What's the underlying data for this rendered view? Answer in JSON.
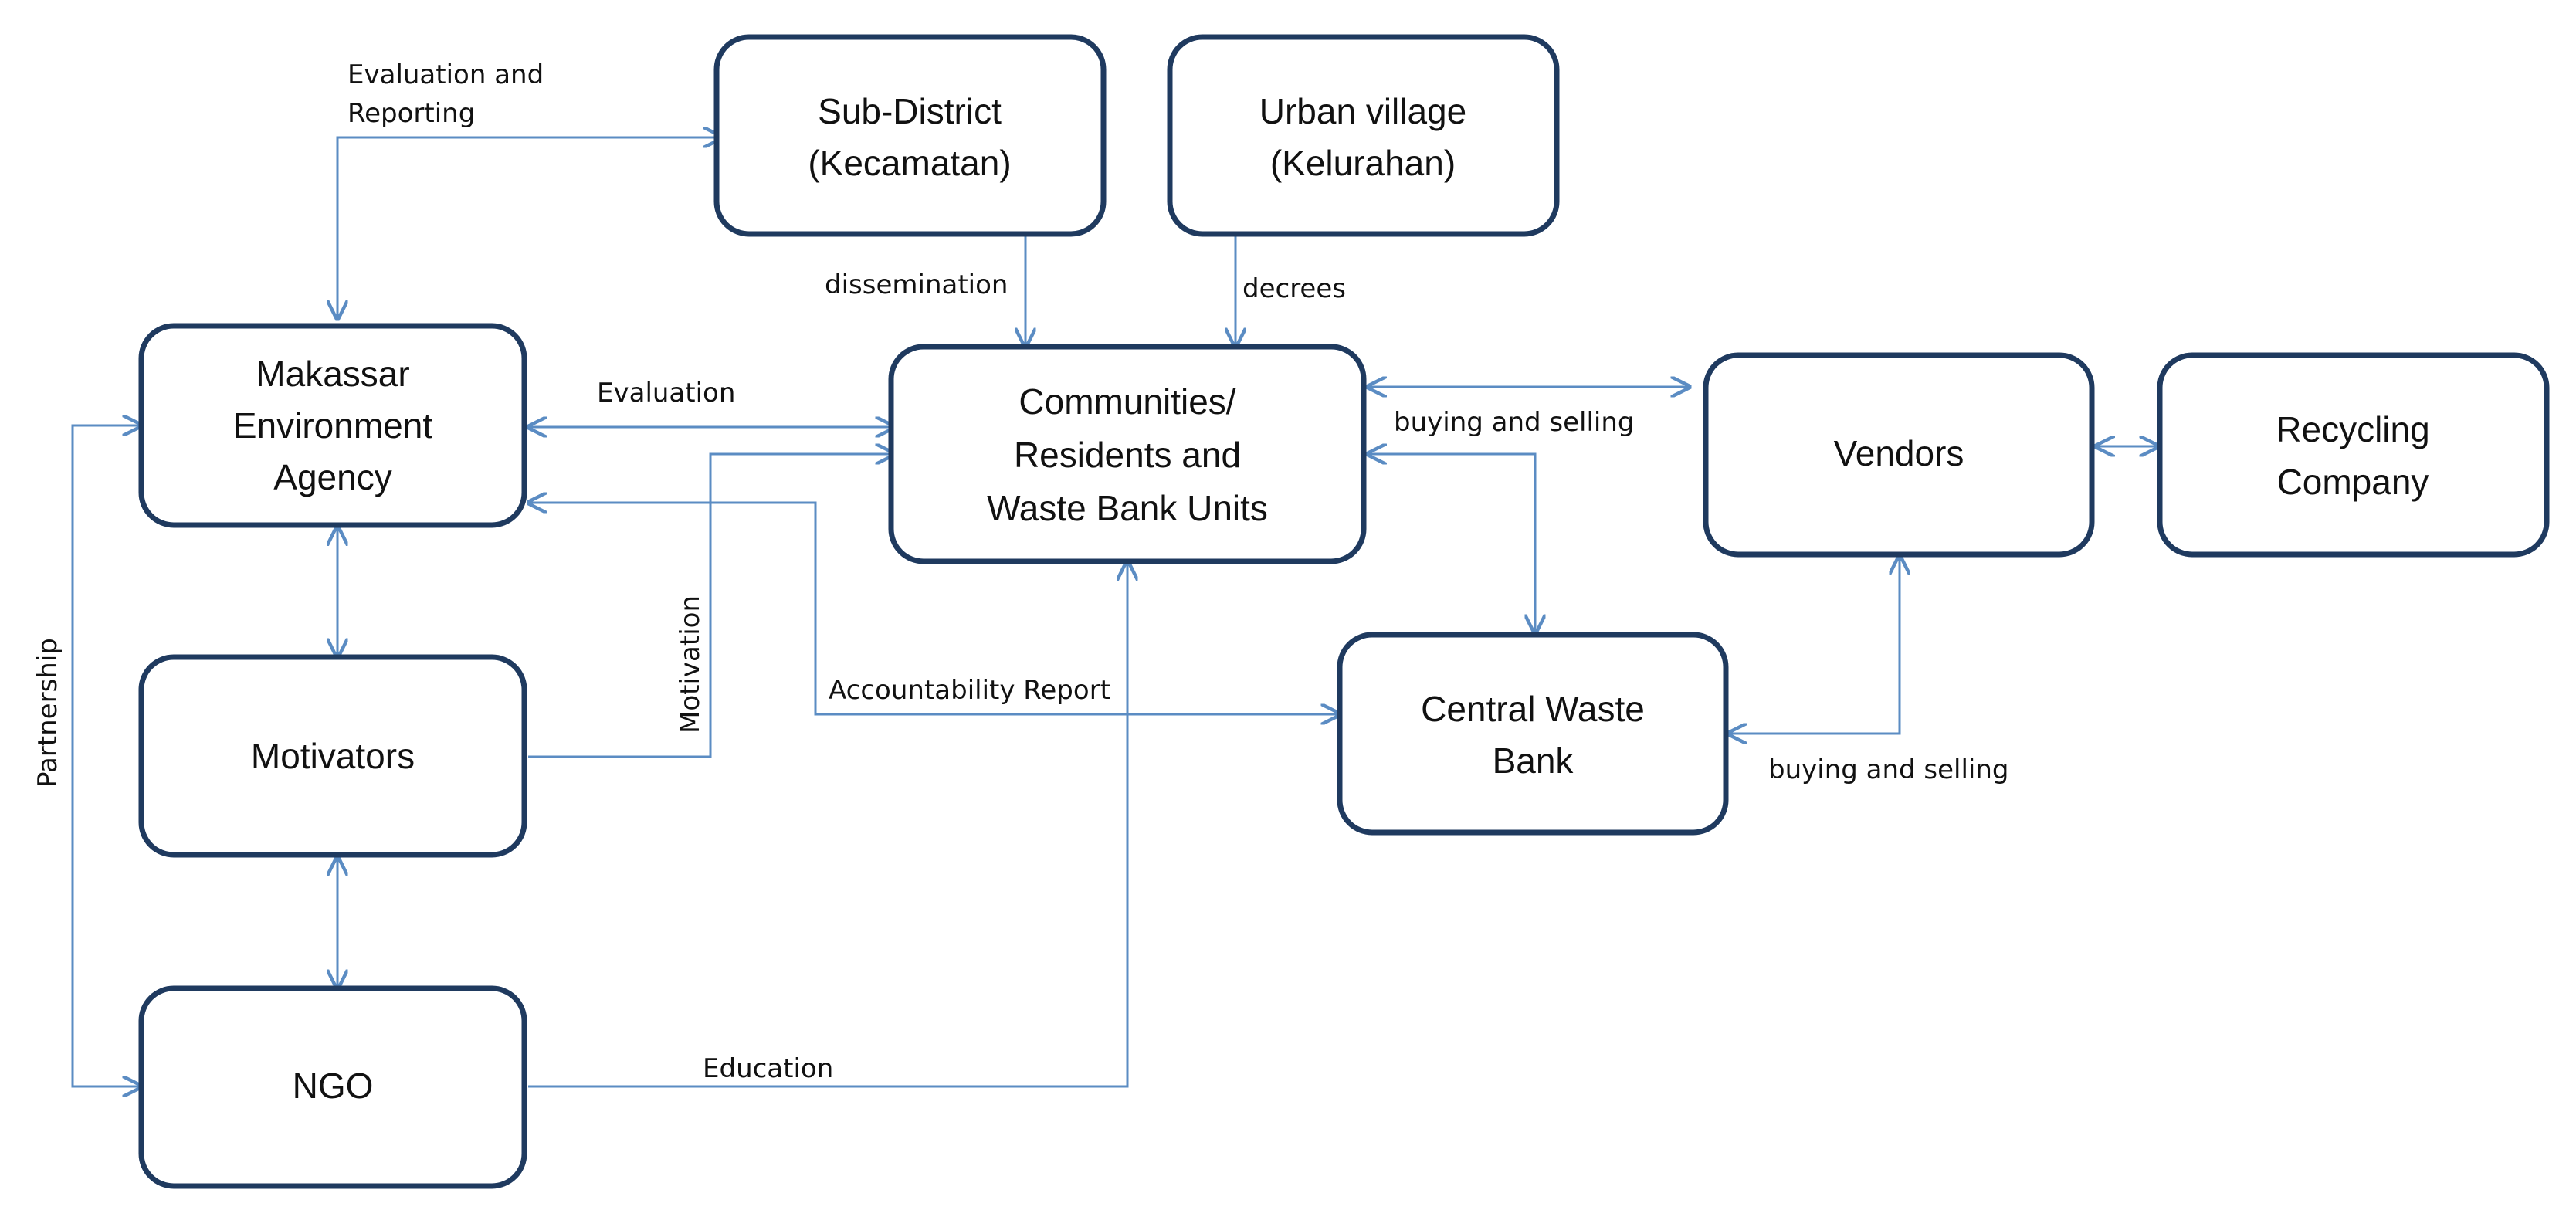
{
  "nodes": {
    "subdistrict": [
      "Sub-District",
      "(Kecamatan)"
    ],
    "urban_village": [
      "Urban village",
      "(Kelurahan)"
    ],
    "agency": [
      "Makassar",
      "Environment",
      "Agency"
    ],
    "communities": [
      "Communities/",
      "Residents and",
      "Waste Bank Units"
    ],
    "vendors": [
      "Vendors"
    ],
    "recycling": [
      "Recycling",
      "Company"
    ],
    "motivators": [
      "Motivators"
    ],
    "central_bank": [
      "Central Waste",
      "Bank"
    ],
    "ngo": [
      "NGO"
    ]
  },
  "edges": {
    "evaluation_reporting": [
      "Evaluation and",
      "Reporting"
    ],
    "dissemination": "dissemination",
    "decrees": "decrees",
    "evaluation": "Evaluation",
    "buying_selling_top": "buying and selling",
    "motivation": "Motivation",
    "accountability": "Accountability Report",
    "buying_selling_bottom": "buying and selling",
    "partnership": "Partnership",
    "education": "Education"
  },
  "colors": {
    "box_stroke": "#1f3a5f",
    "arrow": "#5b8cc3",
    "text": "#111111"
  }
}
